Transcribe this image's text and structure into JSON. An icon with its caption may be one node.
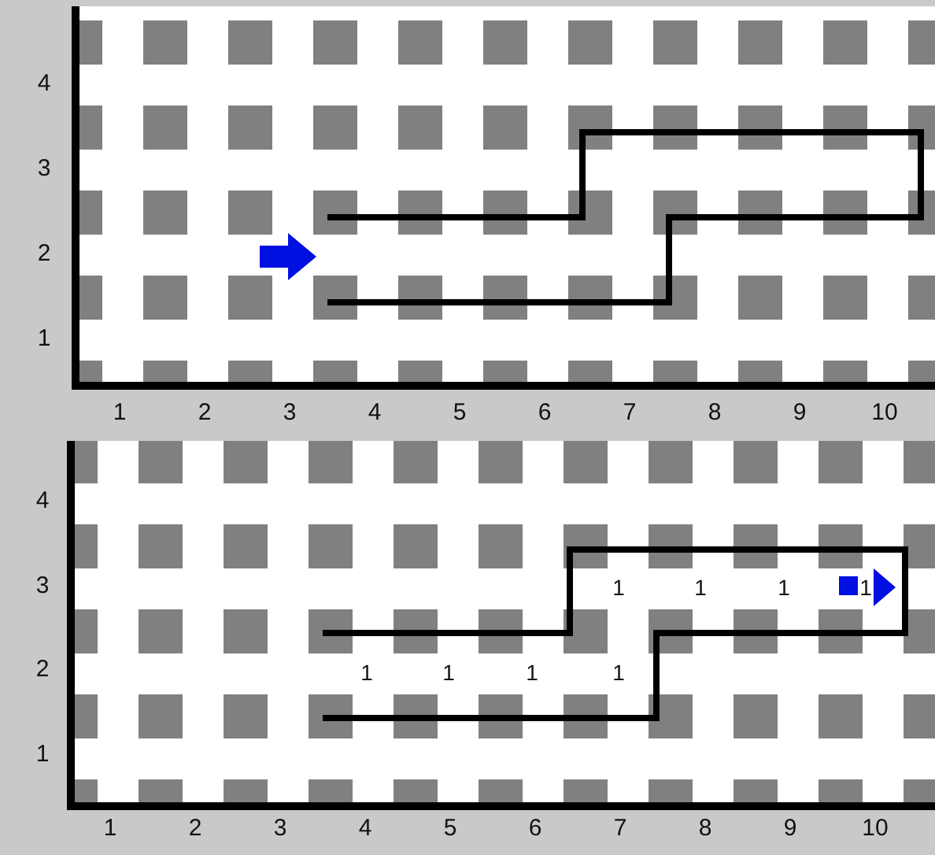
{
  "diagram": {
    "labels": [
      "4",
      "3",
      "2",
      "1",
      "1",
      "2",
      "3",
      "4",
      "5",
      "6",
      "7",
      "8",
      "9",
      "10",
      "4",
      "3",
      "1",
      "1",
      "1",
      "1",
      "2",
      "1",
      "1",
      "1",
      "1",
      "1",
      "1",
      "2",
      "3",
      "4",
      "5",
      "6",
      "7",
      "8",
      "9",
      "10"
    ]
  }
}
